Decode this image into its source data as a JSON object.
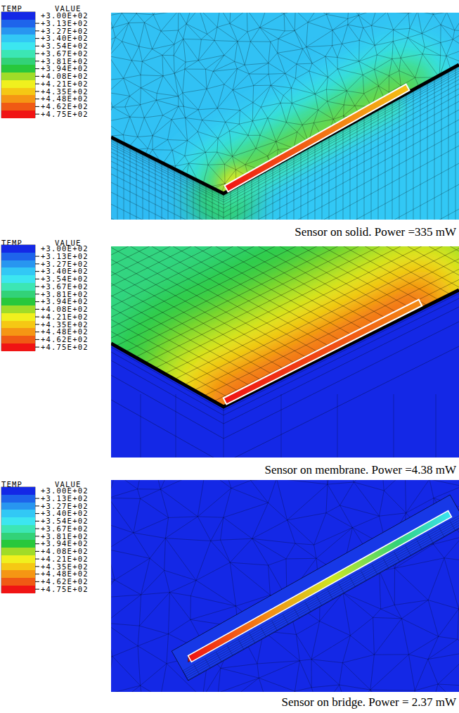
{
  "diagram": {
    "labels": [
      "TEMP",
      "VALUE",
      "Sensor on solid. Power =335 mW",
      "TEMP",
      "VALUE",
      "Sensor on membrane. Power =4.38 mW",
      "TEMP",
      "VALUE",
      "Sensor on bridge. Power = 2.37 mW"
    ],
    "legend": [
      {
        "text": "+3.00E+02",
        "color": "#1428e6"
      },
      {
        "text": "+3.13E+02",
        "color": "#1e64eb"
      },
      {
        "text": "+3.27E+02",
        "color": "#2896f0"
      },
      {
        "text": "+3.40E+02",
        "color": "#32c8f5"
      },
      {
        "text": "+3.54E+02",
        "color": "#3ce6f0"
      },
      {
        "text": "+3.67E+02",
        "color": "#3ce6b4"
      },
      {
        "text": "+3.81E+02",
        "color": "#32d278"
      },
      {
        "text": "+3.94E+02",
        "color": "#28c83c"
      },
      {
        "text": "+4.08E+02",
        "color": "#a0dc28"
      },
      {
        "text": "+4.21E+02",
        "color": "#f0f01e"
      },
      {
        "text": "+4.35E+02",
        "color": "#f5c814"
      },
      {
        "text": "+4.48E+02",
        "color": "#f59614"
      },
      {
        "text": "+4.62E+02",
        "color": "#f05a14"
      },
      {
        "text": "+4.75E+02",
        "color": "#f01414"
      },
      {
        "text": "+3.00E+02",
        "color": "#1428e6"
      },
      {
        "text": "+3.13E+02",
        "color": "#1e64eb"
      },
      {
        "text": "+3.27E+02",
        "color": "#2896f0"
      },
      {
        "text": "+3.40E+02",
        "color": "#32c8f5"
      },
      {
        "text": "+3.54E+02",
        "color": "#3ce6f0"
      },
      {
        "text": "+3.67E+02",
        "color": "#3ce6b4"
      },
      {
        "text": "+3.81E+02",
        "color": "#32d278"
      },
      {
        "text": "+3.94E+02",
        "color": "#28c83c"
      },
      {
        "text": "+4.08E+02",
        "color": "#a0dc28"
      },
      {
        "text": "+4.21E+02",
        "color": "#f0f01e"
      },
      {
        "text": "+4.35E+02",
        "color": "#f5c814"
      },
      {
        "text": "+4.48E+02",
        "color": "#f59614"
      },
      {
        "text": "+4.62E+02",
        "color": "#f05a14"
      },
      {
        "text": "+4.75E+02",
        "color": "#f01414"
      },
      {
        "text": "+3.00E+02",
        "color": "#1428e6"
      },
      {
        "text": "+3.13E+02",
        "color": "#1e64eb"
      },
      {
        "text": "+3.27E+02",
        "color": "#2896f0"
      },
      {
        "text": "+3.40E+02",
        "color": "#32c8f5"
      },
      {
        "text": "+3.54E+02",
        "color": "#3ce6f0"
      },
      {
        "text": "+3.67E+02",
        "color": "#3ce6b4"
      },
      {
        "text": "+3.81E+02",
        "color": "#32d278"
      },
      {
        "text": "+3.94E+02",
        "color": "#28c83c"
      },
      {
        "text": "+4.08E+02",
        "color": "#a0dc28"
      },
      {
        "text": "+4.21E+02",
        "color": "#f0f01e"
      },
      {
        "text": "+4.35E+02",
        "color": "#f5c814"
      },
      {
        "text": "+4.48E+02",
        "color": "#f59614"
      },
      {
        "text": "+4.62E+02",
        "color": "#f05a14"
      },
      {
        "text": "+4.75E+02",
        "color": "#f01414"
      }
    ]
  }
}
